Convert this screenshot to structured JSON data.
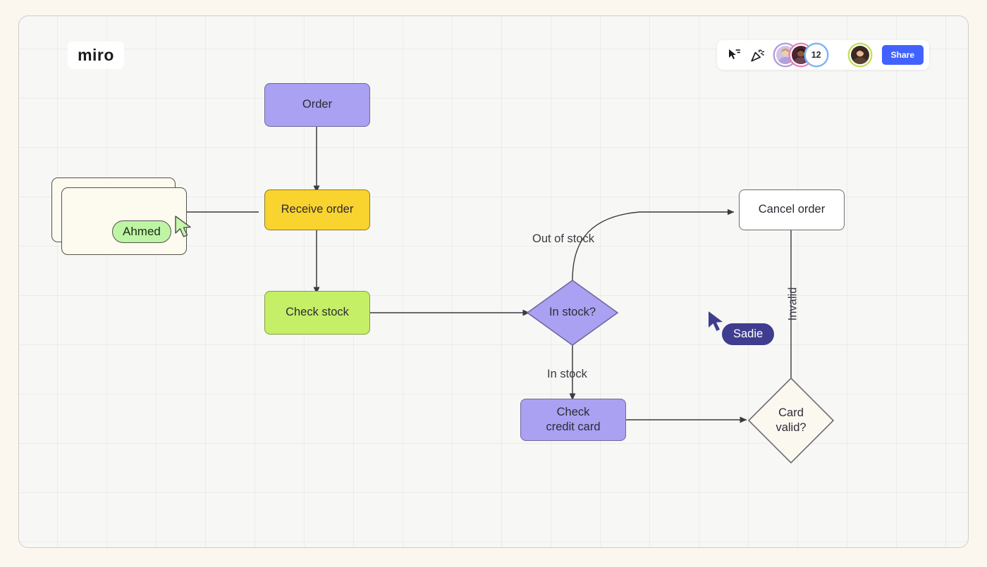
{
  "app": {
    "name": "miro",
    "logo_text": "miro"
  },
  "toolbar": {
    "cursor_chat_icon": "cursor-chat-icon",
    "reactions_icon": "party-popper-icon",
    "collaborator_count": "12",
    "share_label": "Share",
    "avatars": [
      {
        "name": "collaborator-1",
        "ring_color": "#b39ddb"
      },
      {
        "name": "collaborator-2",
        "ring_color": "#ef7fb8"
      },
      {
        "name": "current-user",
        "ring_color": "#c3e05a"
      }
    ],
    "count_ring_color": "#7db5f0",
    "share_bg": "#4262ff"
  },
  "canvas": {
    "background": "#f7f7f5",
    "page_background": "#fbf7ef",
    "grid_size": 70
  },
  "cursors": [
    {
      "name": "Ahmed",
      "label": "Ahmed",
      "color": "#bdf5a5",
      "text_color": "#1f2a18"
    },
    {
      "name": "Sadie",
      "label": "Sadie",
      "color": "#3f3d8f",
      "text_color": "#ffffff"
    }
  ],
  "flowchart": {
    "nodes": [
      {
        "id": "order",
        "label": "Order",
        "shape": "rect",
        "fill": "#aaa1f2",
        "stroke": "#6f679e"
      },
      {
        "id": "receive",
        "label": "Receive order",
        "shape": "rect",
        "fill": "#f9d32e",
        "stroke": "#8f7c1f"
      },
      {
        "id": "check-stock",
        "label": "Check stock",
        "shape": "rect",
        "fill": "#c5ef66",
        "stroke": "#83a13d"
      },
      {
        "id": "in-stock",
        "label": "In stock?",
        "shape": "diamond",
        "fill": "#aaa1f2",
        "stroke": "#6f679e"
      },
      {
        "id": "cancel-order",
        "label": "Cancel order",
        "shape": "rect",
        "fill": "#ffffff",
        "stroke": "#6e6e6e"
      },
      {
        "id": "check-card",
        "label": "Check\ncredit card",
        "line1": "Check",
        "line2": "credit card",
        "shape": "rect",
        "fill": "#aaa1f2",
        "stroke": "#6f679e"
      },
      {
        "id": "card-valid",
        "label": "Card\nvalid?",
        "line1": "Card",
        "line2": "valid?",
        "shape": "diamond",
        "fill": "#fbf8f0",
        "stroke": "#6e6e6e"
      }
    ],
    "edge_labels": [
      {
        "id": "out-of-stock",
        "text": "Out of stock",
        "orientation": "horizontal"
      },
      {
        "id": "in-stock",
        "text": "In stock",
        "orientation": "horizontal"
      },
      {
        "id": "invalid",
        "text": "Invalid",
        "orientation": "vertical"
      }
    ]
  }
}
